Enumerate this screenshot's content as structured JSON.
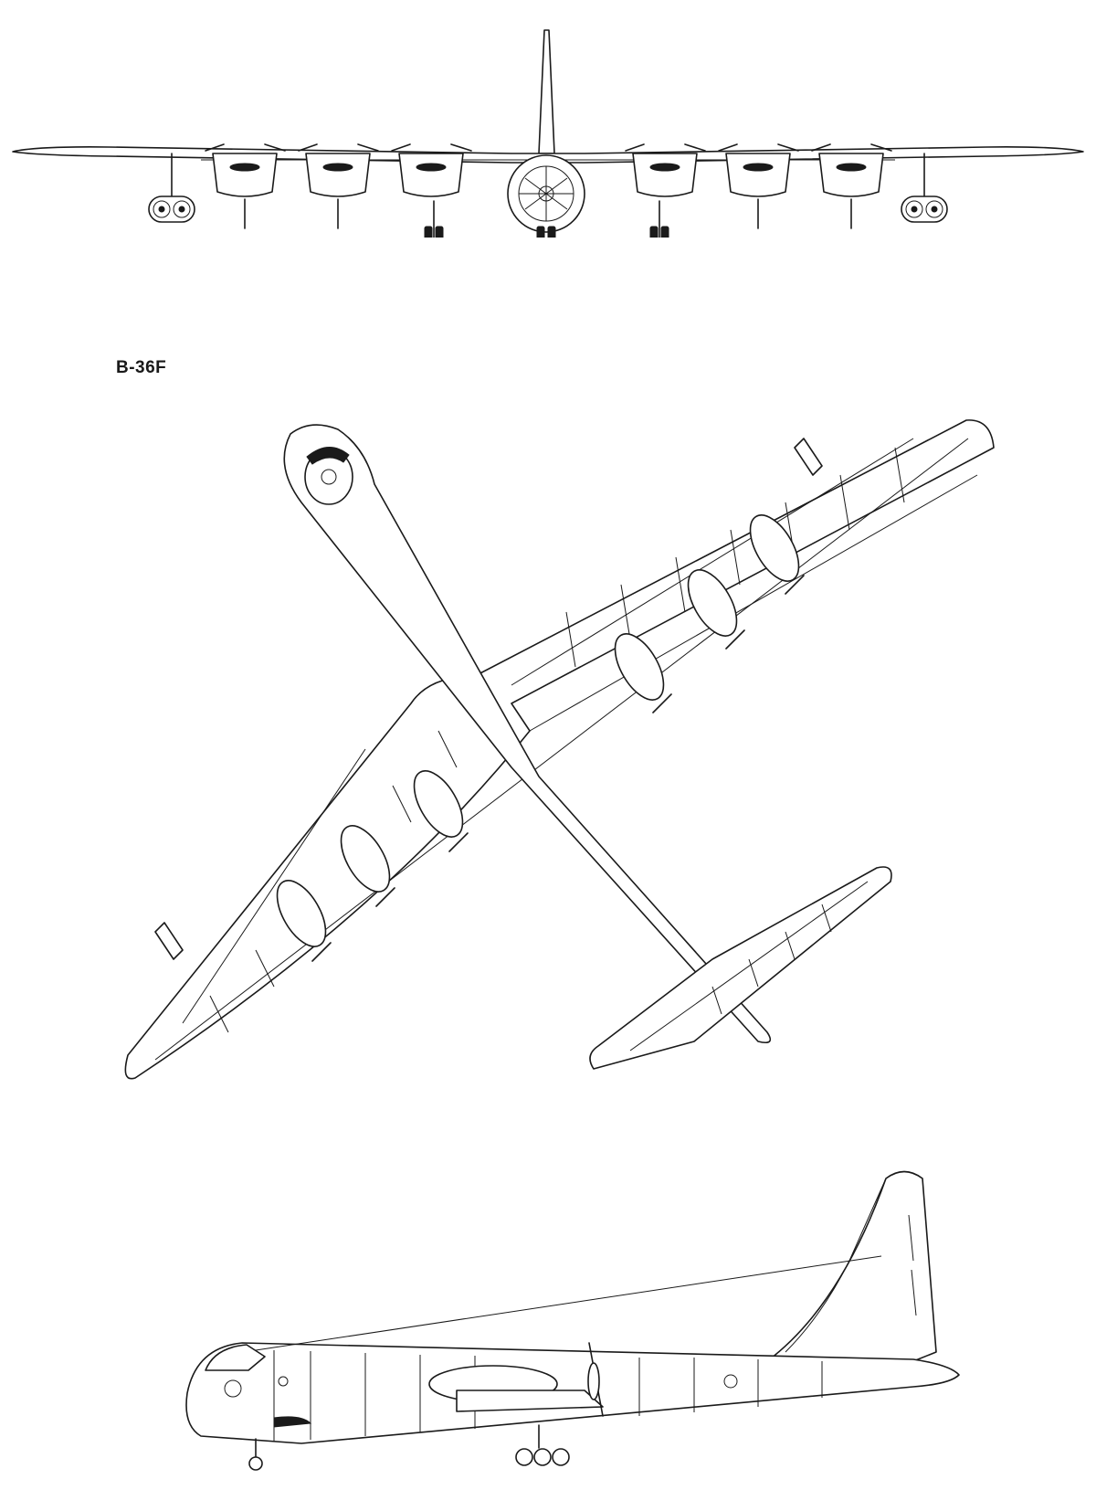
{
  "drawing": {
    "designation": "B-36F",
    "views": {
      "front": "front-elevation",
      "plan": "top-plan",
      "side": "side-elevation"
    },
    "line_color": "#1a1a1a",
    "background": "#ffffff"
  }
}
